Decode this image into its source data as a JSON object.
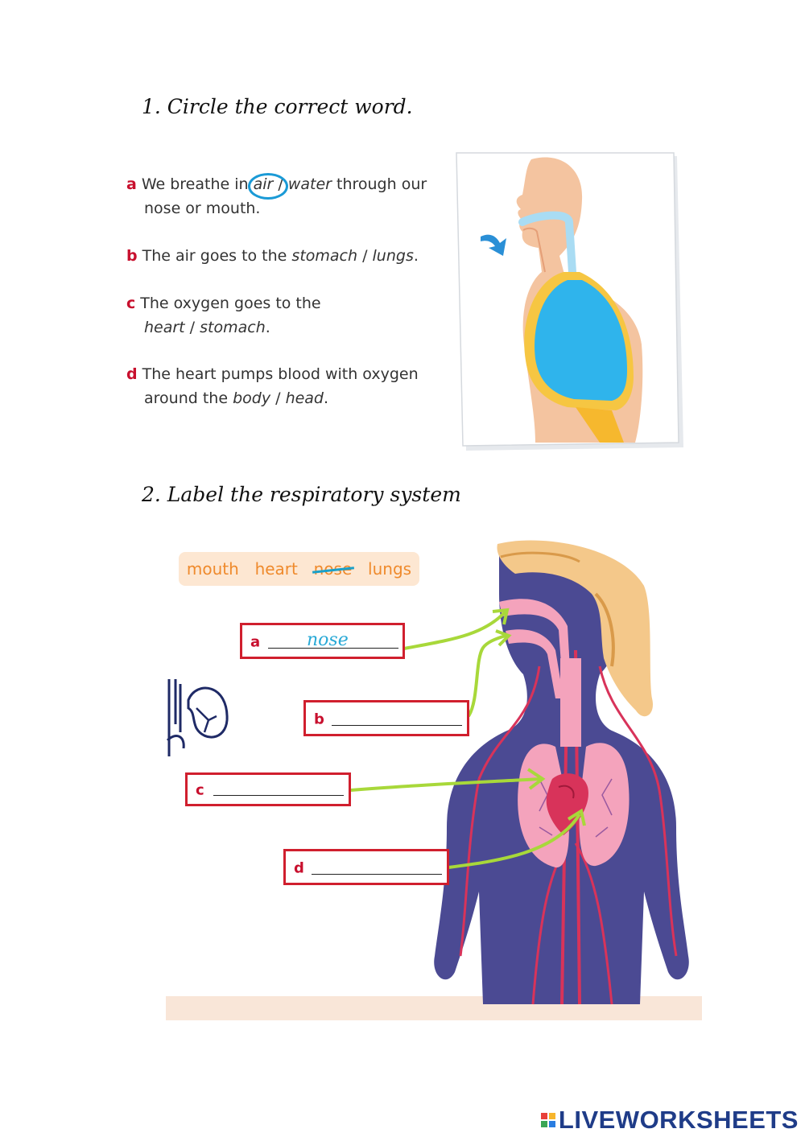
{
  "section1": {
    "heading": "1. Circle the correct word.",
    "items": [
      {
        "letter": "a",
        "l1_pre": "We breathe in ",
        "l1_opt1": "air",
        "l1_sep": " / ",
        "l1_opt2": "water",
        "l1_post": " through our",
        "l2": "nose or mouth."
      },
      {
        "letter": "b",
        "pre": "The air goes to the ",
        "opt1": "stomach",
        "sep": " / ",
        "opt2": "lungs",
        "post": "."
      },
      {
        "letter": "c",
        "l1": "The oxygen goes to the",
        "opt1": "heart",
        "sep": " / ",
        "opt2": "stomach",
        "post": "."
      },
      {
        "letter": "d",
        "l1": "The heart pumps blood with oxygen",
        "pre": "around the ",
        "opt1": "body",
        "sep": " / ",
        "opt2": "head",
        "post": "."
      }
    ]
  },
  "section2": {
    "heading": "2. Label the respiratory system",
    "word_bank": [
      "mouth",
      "heart",
      "nose",
      "lungs"
    ],
    "labels": [
      {
        "letter": "a",
        "answer": "nose"
      },
      {
        "letter": "b",
        "answer": ""
      },
      {
        "letter": "c",
        "answer": ""
      },
      {
        "letter": "d",
        "answer": ""
      }
    ]
  },
  "logo": {
    "text": "LIVEWORKSHEETS"
  },
  "colors": {
    "red": "#c8102e",
    "body_blue": "#4b4a93",
    "lung_blue": "#2fb4ec",
    "skin": "#f4c4a0",
    "arrow_green": "#a8d83a",
    "word_orange": "#ef8a2c",
    "circle_blue": "#1a9ad6"
  }
}
